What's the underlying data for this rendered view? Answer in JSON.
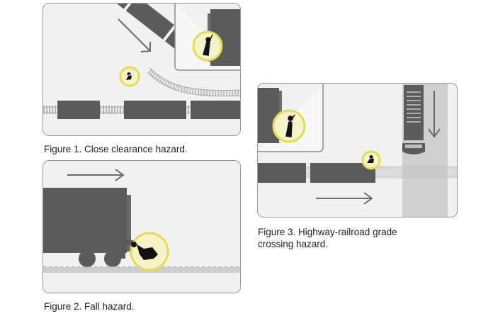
{
  "captions": {
    "fig1": "Figure 1. Close clearance hazard.",
    "fig2": "Figure 2. Fall hazard.",
    "fig3_line1": "Figure 3. Highway-railroad grade",
    "fig3_line2": "crossing hazard."
  },
  "colors": {
    "railcar": "#5b5b5b",
    "track": "#b8b8b8",
    "panel_bg": "#f1f1f1",
    "hazard_ring": "#e8e25a",
    "road": "#cfcfcf",
    "arrow": "#6b6b6b"
  },
  "icons": {
    "direction_arrow": "arrow-right-icon",
    "hazard_marker": "hazard-circle-icon",
    "worker": "worker-silhouette-icon",
    "vehicle": "truck-icon"
  }
}
